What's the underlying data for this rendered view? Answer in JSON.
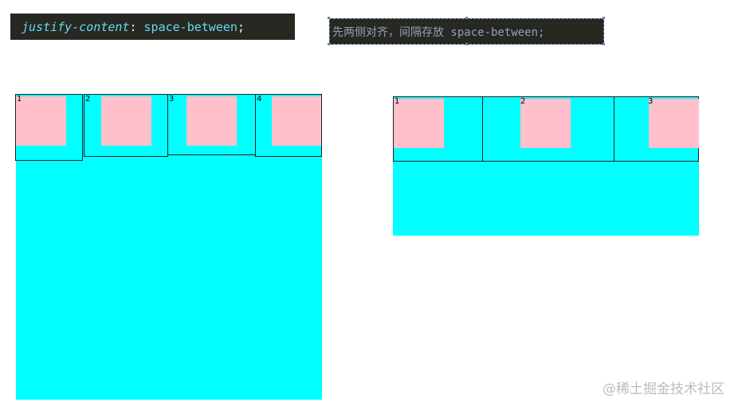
{
  "code_line": {
    "property": "justify-content",
    "colon": ":",
    "value": "space-between",
    "semicolon": ";"
  },
  "comment": {
    "text": "先两侧对齐，间隔存放 space-between;"
  },
  "left_demo": {
    "items": [
      {
        "label": "1"
      },
      {
        "label": "2"
      },
      {
        "label": "3"
      },
      {
        "label": "4"
      }
    ]
  },
  "right_demo": {
    "items": [
      {
        "label": "1"
      },
      {
        "label": "2"
      },
      {
        "label": "3"
      }
    ]
  },
  "watermark": {
    "text": "@稀土掘金技术社区"
  },
  "colors": {
    "container": "#00ffff",
    "item_fill": "#ffc0cb",
    "code_background": "#272822",
    "keyword": "#66d9ef"
  }
}
